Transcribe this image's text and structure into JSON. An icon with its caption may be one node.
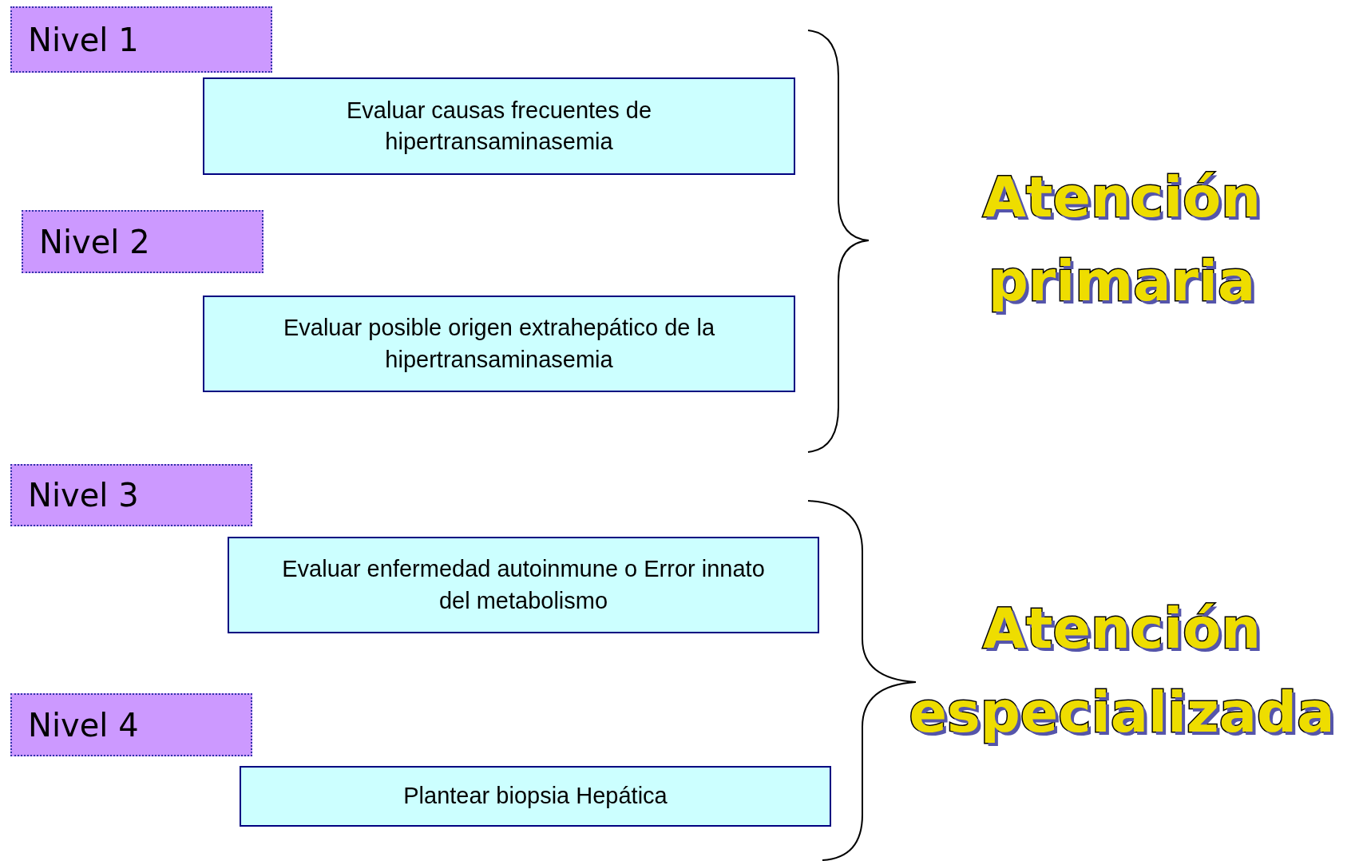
{
  "diagram": {
    "nodes": [
      {
        "text": [
          "Nivel 1"
        ]
      },
      {
        "text": [
          "Evaluar causas frecuentes de hipertransaminasemia"
        ]
      },
      {
        "text": [
          "Nivel 2"
        ]
      },
      {
        "text": [
          "Evaluar posible origen extrahepático de la hipertransaminasemia"
        ]
      },
      {
        "text": [
          "Nivel 3"
        ]
      },
      {
        "text": [
          "Evaluar enfermedad autoinmune o Error innato del metabolismo"
        ]
      },
      {
        "text": [
          "Nivel 4"
        ]
      },
      {
        "text": [
          "Plantear biopsia Hepática"
        ]
      }
    ],
    "edges": [],
    "labels": [
      "Atención primaria",
      "Atención especializada"
    ]
  }
}
